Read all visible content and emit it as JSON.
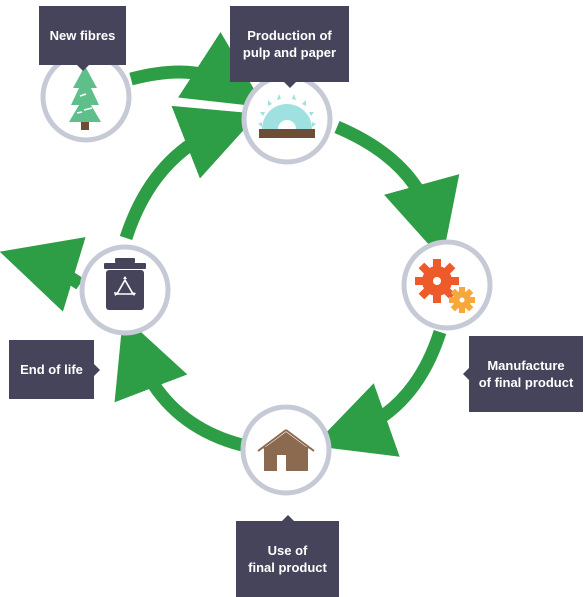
{
  "labels": {
    "new_fibres": "New fibres",
    "production": "Production of\npulp and paper",
    "manufacture": "Manufacture\nof final product",
    "use": "Use of\nfinal product",
    "end_of_life": "End of life"
  },
  "icons": {
    "new_fibres": "tree-icon",
    "production": "saw-blade-icon",
    "manufacture": "gears-icon",
    "use": "house-icon",
    "end_of_life": "recycle-bin-icon"
  },
  "colors": {
    "arrow": "#2e9e46",
    "circle_border": "#c5cad6",
    "label_bg": "#45445a",
    "tree": "#5fbf8b",
    "gear_large": "#ee5a2a",
    "gear_small": "#f6a83a",
    "house": "#8b6a4f",
    "bin": "#45445a",
    "saw": "#9fe0e0",
    "plank": "#6b4e35"
  }
}
